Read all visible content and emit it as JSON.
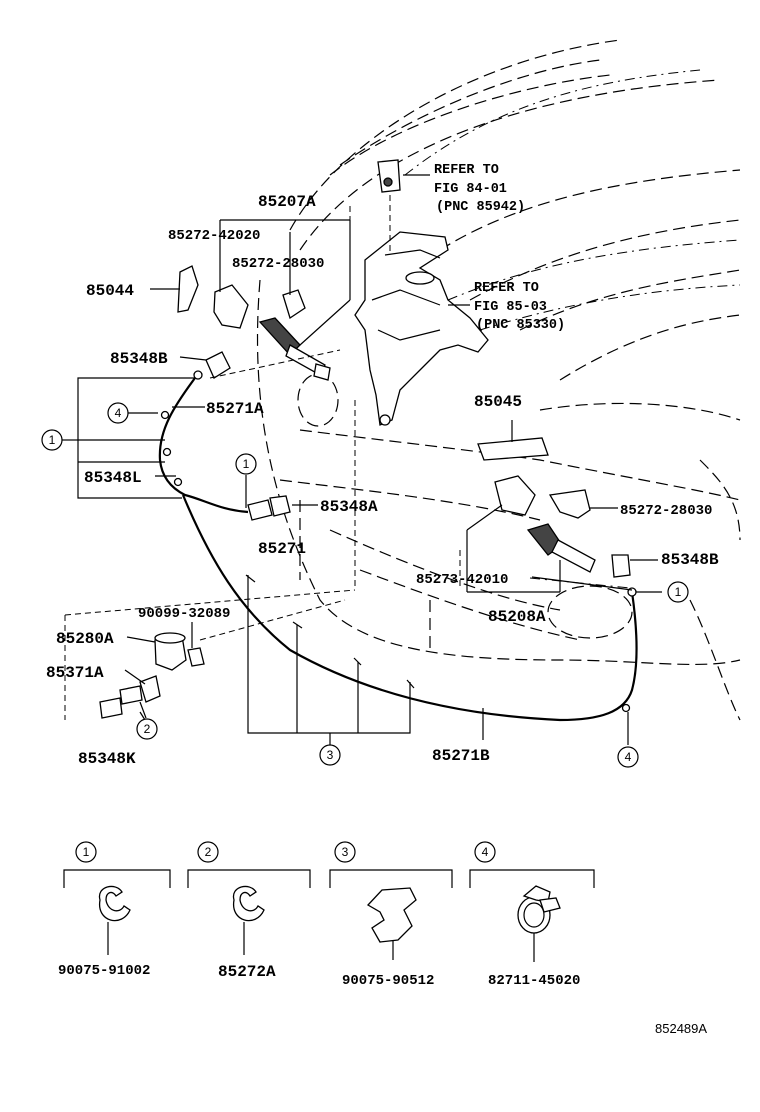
{
  "labels": {
    "p85207A": "85207A",
    "p85272_42020": "85272-42020",
    "p85272_28030_top": "85272-28030",
    "p85044": "85044",
    "p85348B_left": "85348B",
    "p85271A": "85271A",
    "p85348L": "85348L",
    "p85348A": "85348A",
    "p85271": "85271",
    "p90099_32089": "90099-32089",
    "p85280A": "85280A",
    "p85371A": "85371A",
    "p85348K": "85348K",
    "p85045": "85045",
    "p85272_28030_right": "85272-28030",
    "p85348B_right": "85348B",
    "p85273_42010": "85273-42010",
    "p85208A": "85208A",
    "p85271B": "85271B"
  },
  "references": {
    "ref1_line1": "REFER TO",
    "ref1_line2": "FIG 84-01",
    "ref1_line3": "(PNC 85942)",
    "ref2_line1": "REFER TO",
    "ref2_line2": "FIG 85-03",
    "ref2_line3": "(PNC 85330)"
  },
  "callouts": {
    "c1": "1",
    "c2": "2",
    "c3": "3",
    "c4": "4"
  },
  "legend": [
    {
      "num": "1",
      "part": "90075-91002"
    },
    {
      "num": "2",
      "part": "85272A"
    },
    {
      "num": "3",
      "part": "90075-90512"
    },
    {
      "num": "4",
      "part": "82711-45020"
    }
  ],
  "footer": {
    "illustration_id": "852489A"
  }
}
